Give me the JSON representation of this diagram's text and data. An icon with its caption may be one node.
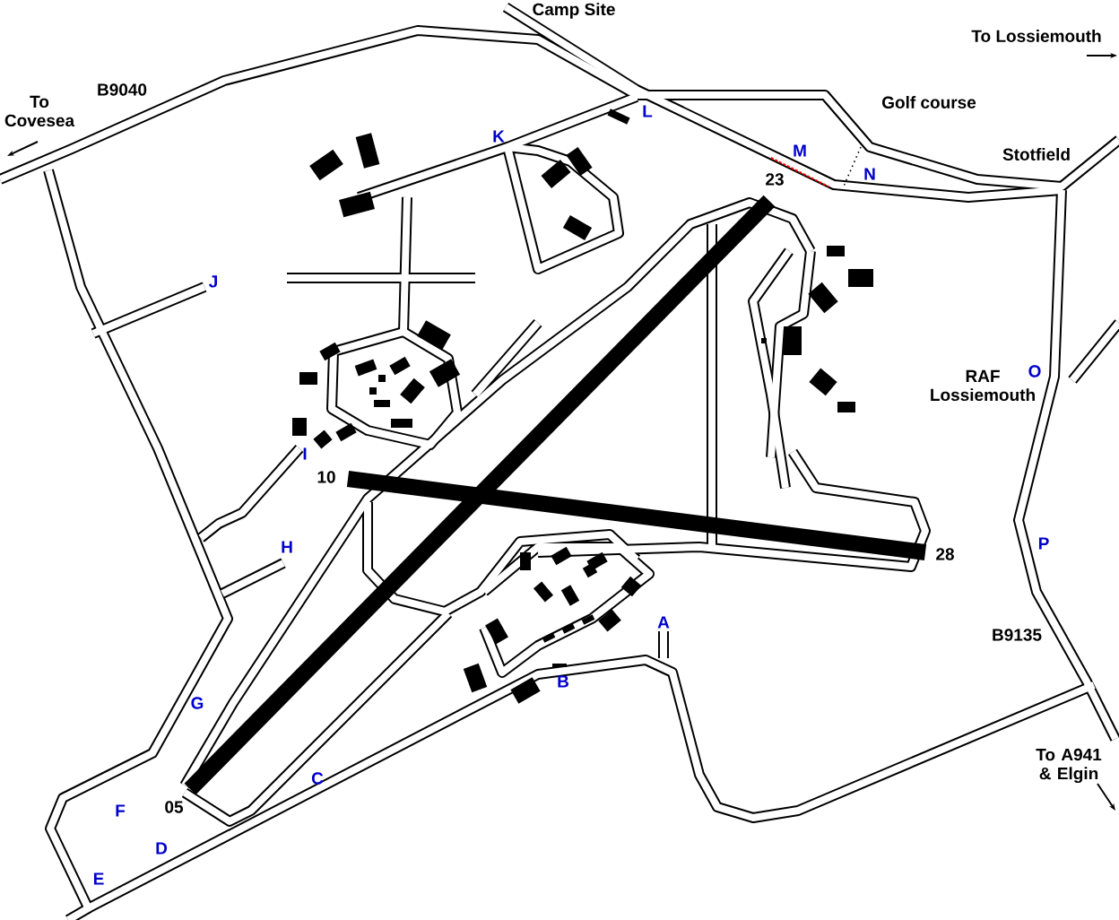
{
  "diagram": {
    "labels": [
      "Camp Site",
      "To Lossiemouth",
      "B9040",
      "To Covesea",
      "L",
      "K",
      "Golf course",
      "M",
      "Stotfield",
      "23",
      "N",
      "J",
      "O",
      "RAF Lossiemouth",
      "I",
      "10",
      "H",
      "28",
      "P",
      "A",
      "B9135",
      "B",
      "G",
      "C",
      "F",
      "05",
      "To A941 & Elgin",
      "D",
      "E"
    ]
  }
}
